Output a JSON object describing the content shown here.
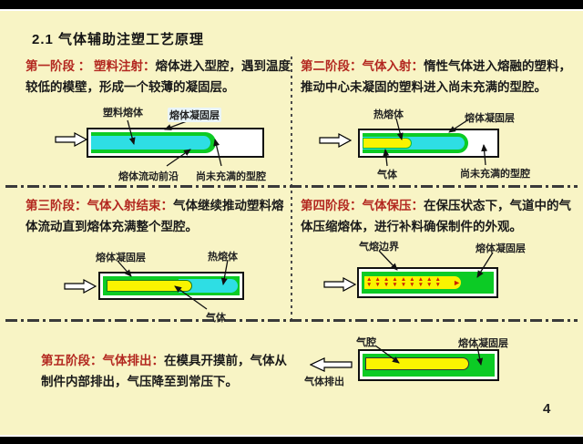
{
  "slide": {
    "title": "2.1 气体辅助注塑工艺原理",
    "page_number": "4"
  },
  "colors": {
    "slide_background": "#F8F4C5",
    "stage_heading_red": "#B32820",
    "body_text": "#1A1A1A",
    "solidified_layer_green": "#0CCB25",
    "melt_cyan": "#2EDEE4",
    "gas_yellow": "#FAF400",
    "pressure_arrow_red": "#CC2200"
  },
  "stages": [
    {
      "heading": "第一阶段 ： 塑料注射：",
      "description": "熔体进入型腔，遇到温度较低的模壁，形成一个较薄的凝固层。",
      "labels": {
        "top_left": "塑料熔体",
        "top_right": "熔体凝固层",
        "bottom_left": "熔体流动前沿",
        "bottom_right": "尚未充满的型腔"
      }
    },
    {
      "heading": "第二阶段：气体入射：",
      "description": "惰性气体进入熔融的塑料，推动中心未凝固的塑料进入尚未充满的型腔。",
      "labels": {
        "top_left": "热熔体",
        "top_right": "熔体凝固层",
        "bottom_left": "气体",
        "bottom_right": "尚未充满的型腔"
      }
    },
    {
      "heading": "第三阶段：气体入射结束：",
      "description": "气体继续推动塑料熔体流动直到熔体充满整个型腔。",
      "labels": {
        "top_left": "熔体凝固层",
        "top_right": "热熔体",
        "bottom_center": "气体"
      }
    },
    {
      "heading": "第四阶段：气体保压：",
      "description": "在保压状态下，气道中的气体压缩熔体，进行补料确保制件的外观。",
      "labels": {
        "top_left": "气熔边界",
        "top_right": "熔体凝固层"
      },
      "pressure_arrows_up": "▲▲▲▲▲▲▲▲▲",
      "pressure_arrows_down": "▼▼▼▼▼▼▼▼▼",
      "pressure_arrow_tip": "►"
    },
    {
      "heading": "第五阶段：气体排出：",
      "description": "在模具开摸前，气体从制件内部排出，气压降至到常压下。",
      "labels": {
        "top_left": "气腔",
        "top_right": "熔体凝固层",
        "exhaust": "气体排出"
      }
    }
  ]
}
